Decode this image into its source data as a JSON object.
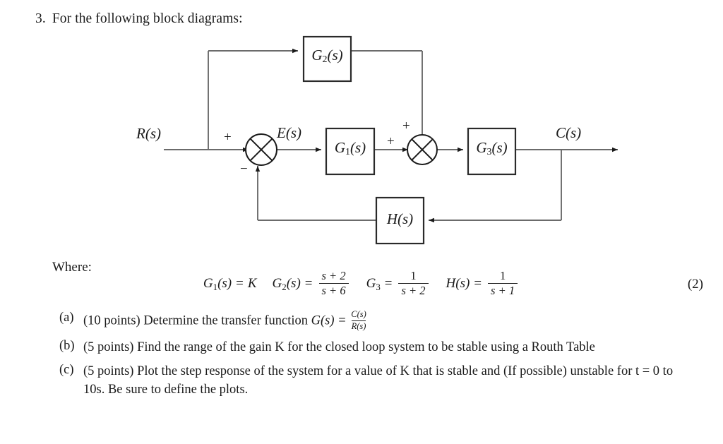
{
  "heading": {
    "number": "3.",
    "text": "For the following block diagrams:"
  },
  "diagram": {
    "blocks": {
      "g2": "G2(s)",
      "g1": "G1(s)",
      "g3": "G3(s)",
      "h": "H(s)"
    },
    "signals": {
      "input": "R(s)",
      "error": "E(s)",
      "output": "C(s)"
    },
    "signs": {
      "sum1_plus": "+",
      "sum1_minus": "−",
      "sum2_left_plus": "+",
      "sum2_top_plus": "+"
    }
  },
  "where": {
    "label": "Where:"
  },
  "equations": [
    {
      "lhs": "G1(s)",
      "rhs_type": "plain",
      "rhs": "K"
    },
    {
      "lhs": "G2(s)",
      "rhs_type": "fraction",
      "numer": "s + 2",
      "denom": "s + 6"
    },
    {
      "lhs": "G3",
      "rhs_type": "fraction",
      "numer": "1",
      "denom": "s + 2"
    },
    {
      "lhs": "H(s)",
      "rhs_type": "fraction",
      "numer": "1",
      "denom": "s + 1"
    }
  ],
  "equation_number": "(2)",
  "questions": [
    {
      "tag": "(a)",
      "points": "(10 points)",
      "text_before": "Determine the transfer function",
      "symbol": "G(s) =",
      "frac_numer": "C(s)",
      "frac_denom": "R(s)",
      "text_after": ""
    },
    {
      "tag": "(b)",
      "points": "(5 points)",
      "text_before": "Find the range of the gain K for the closed loop system to be stable using a Routh Table",
      "symbol": "",
      "frac_numer": "",
      "frac_denom": "",
      "text_after": ""
    },
    {
      "tag": "(c)",
      "points": "(5 points)",
      "text_before": "Plot the step response of the system for a value of K that is stable and (If possible) unstable for t = 0 to 10s. Be sure to define the plots.",
      "symbol": "",
      "frac_numer": "",
      "frac_denom": "",
      "text_after": ""
    }
  ],
  "colors": {
    "ink": "#1a1a1a",
    "line": "#6b6b6b",
    "background": "#ffffff"
  }
}
